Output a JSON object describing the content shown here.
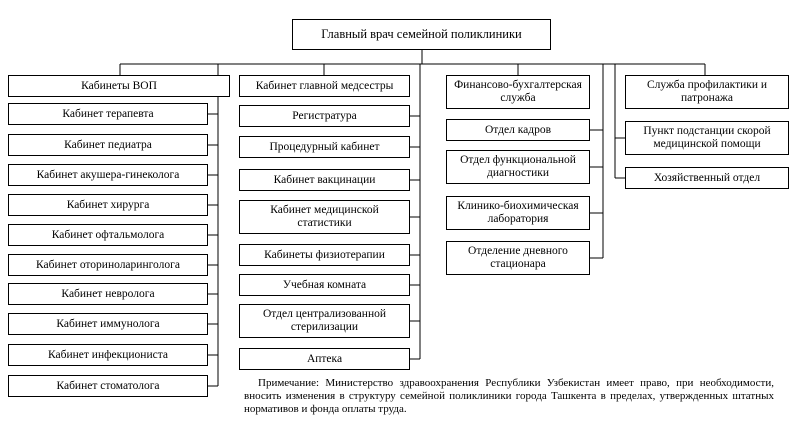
{
  "diagram": {
    "top": "Главный врач семейной поликлиники",
    "col1": {
      "head": "Кабинеты ВОП",
      "items": [
        "Кабинет терапевта",
        "Кабинет педиатра",
        "Кабинет акушера-гинеколога",
        "Кабинет хирурга",
        "Кабинет офтальмолога",
        "Кабинет оториноларинголога",
        "Кабинет невролога",
        "Кабинет иммунолога",
        "Кабинет инфекциониста",
        "Кабинет стоматолога"
      ]
    },
    "col2": {
      "head": "Кабинет главной медсестры",
      "items": [
        "Регистратура",
        "Процедурный кабинет",
        "Кабинет вакцинации",
        "Кабинет медицинской статистики",
        "Кабинеты физиотерапии",
        "Учебная комната",
        "Отдел централизованной стерилизации",
        "Аптека"
      ]
    },
    "col3": {
      "head": "Финансово-бухгалтерская служба",
      "items": [
        "Отдел кадров",
        "Отдел функциональной диагностики",
        "Клинико-биохимическая лаборатория",
        "Отделение дневного стационара"
      ]
    },
    "col4": {
      "head": "Служба профилактики и патронажа",
      "items": [
        "Пункт подстанции скорой медицинской помощи",
        "Хозяйственный отдел"
      ]
    }
  },
  "note": "Примечание: Министерство здравоохранения Республики Узбекистан имеет право, при необходимости, вносить изменения в структуру семейной поликлиники города Ташкента в пределах, утвержденных штатных нормативов и фонда оплаты труда."
}
